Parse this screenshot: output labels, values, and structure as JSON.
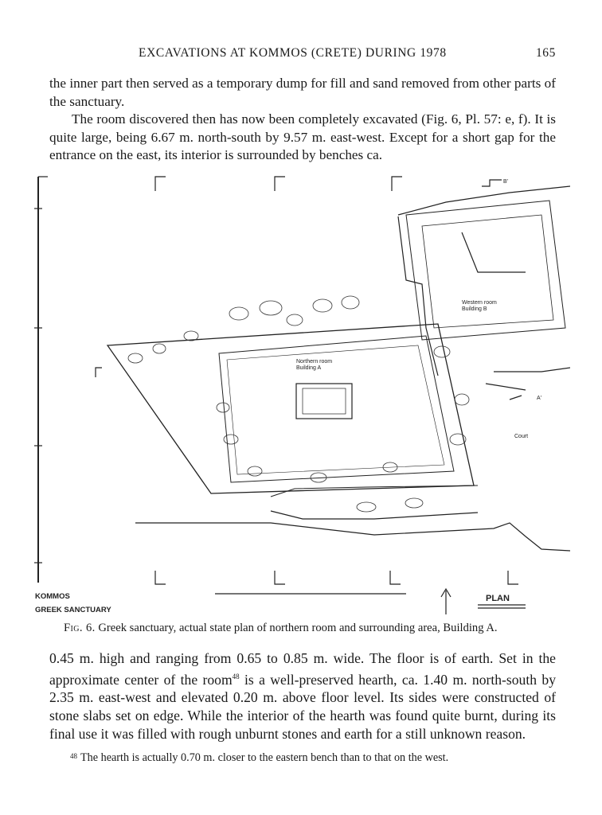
{
  "header": {
    "running_title": "EXCAVATIONS AT KOMMOS (CRETE) DURING 1978",
    "page_number": "165"
  },
  "paragraph1": "the inner part then served as a temporary dump for fill and sand removed from other parts of the sanctuary.",
  "paragraph2": "The room discovered then has now been completely excavated (Fig. 6, Pl. 57: e, f). It is quite large, being 6.67 m. north-south by 9.57 m. east-west. Except for a short gap for the entrance on the east, its interior is surrounded by benches ca.",
  "figure": {
    "site_label": "KOMMOS",
    "subsite_label": "GREEK SANCTUARY",
    "plan_label": "PLAN",
    "northern_room_label": "Northern room",
    "building_a_label": "Building A",
    "western_room_label": "Western room",
    "building_b_label": "Building B",
    "court_label": "Court",
    "section_b": "B'",
    "section_a": "A'",
    "caption_fig": "Fig. 6.",
    "caption_text": "Greek sanctuary, actual state plan of northern room and surrounding area, Building A."
  },
  "paragraph3_pre": "0.45 m. high and ranging from 0.65 to 0.85 m. wide. The floor is of earth. Set in the approximate center of the room",
  "paragraph3_ref": "48",
  "paragraph3_post": " is a well-preserved hearth, ca. 1.40 m. north-south by 2.35 m. east-west and elevated 0.20 m. above floor level. Its sides were constructed of stone slabs set on edge. While the interior of the hearth was found quite burnt, during its final use it was filled with rough unburnt stones and earth for a still unknown reason.",
  "footnote": {
    "number": "48",
    "text": "The hearth is actually 0.70 m. closer to the eastern bench than to that on the west."
  }
}
